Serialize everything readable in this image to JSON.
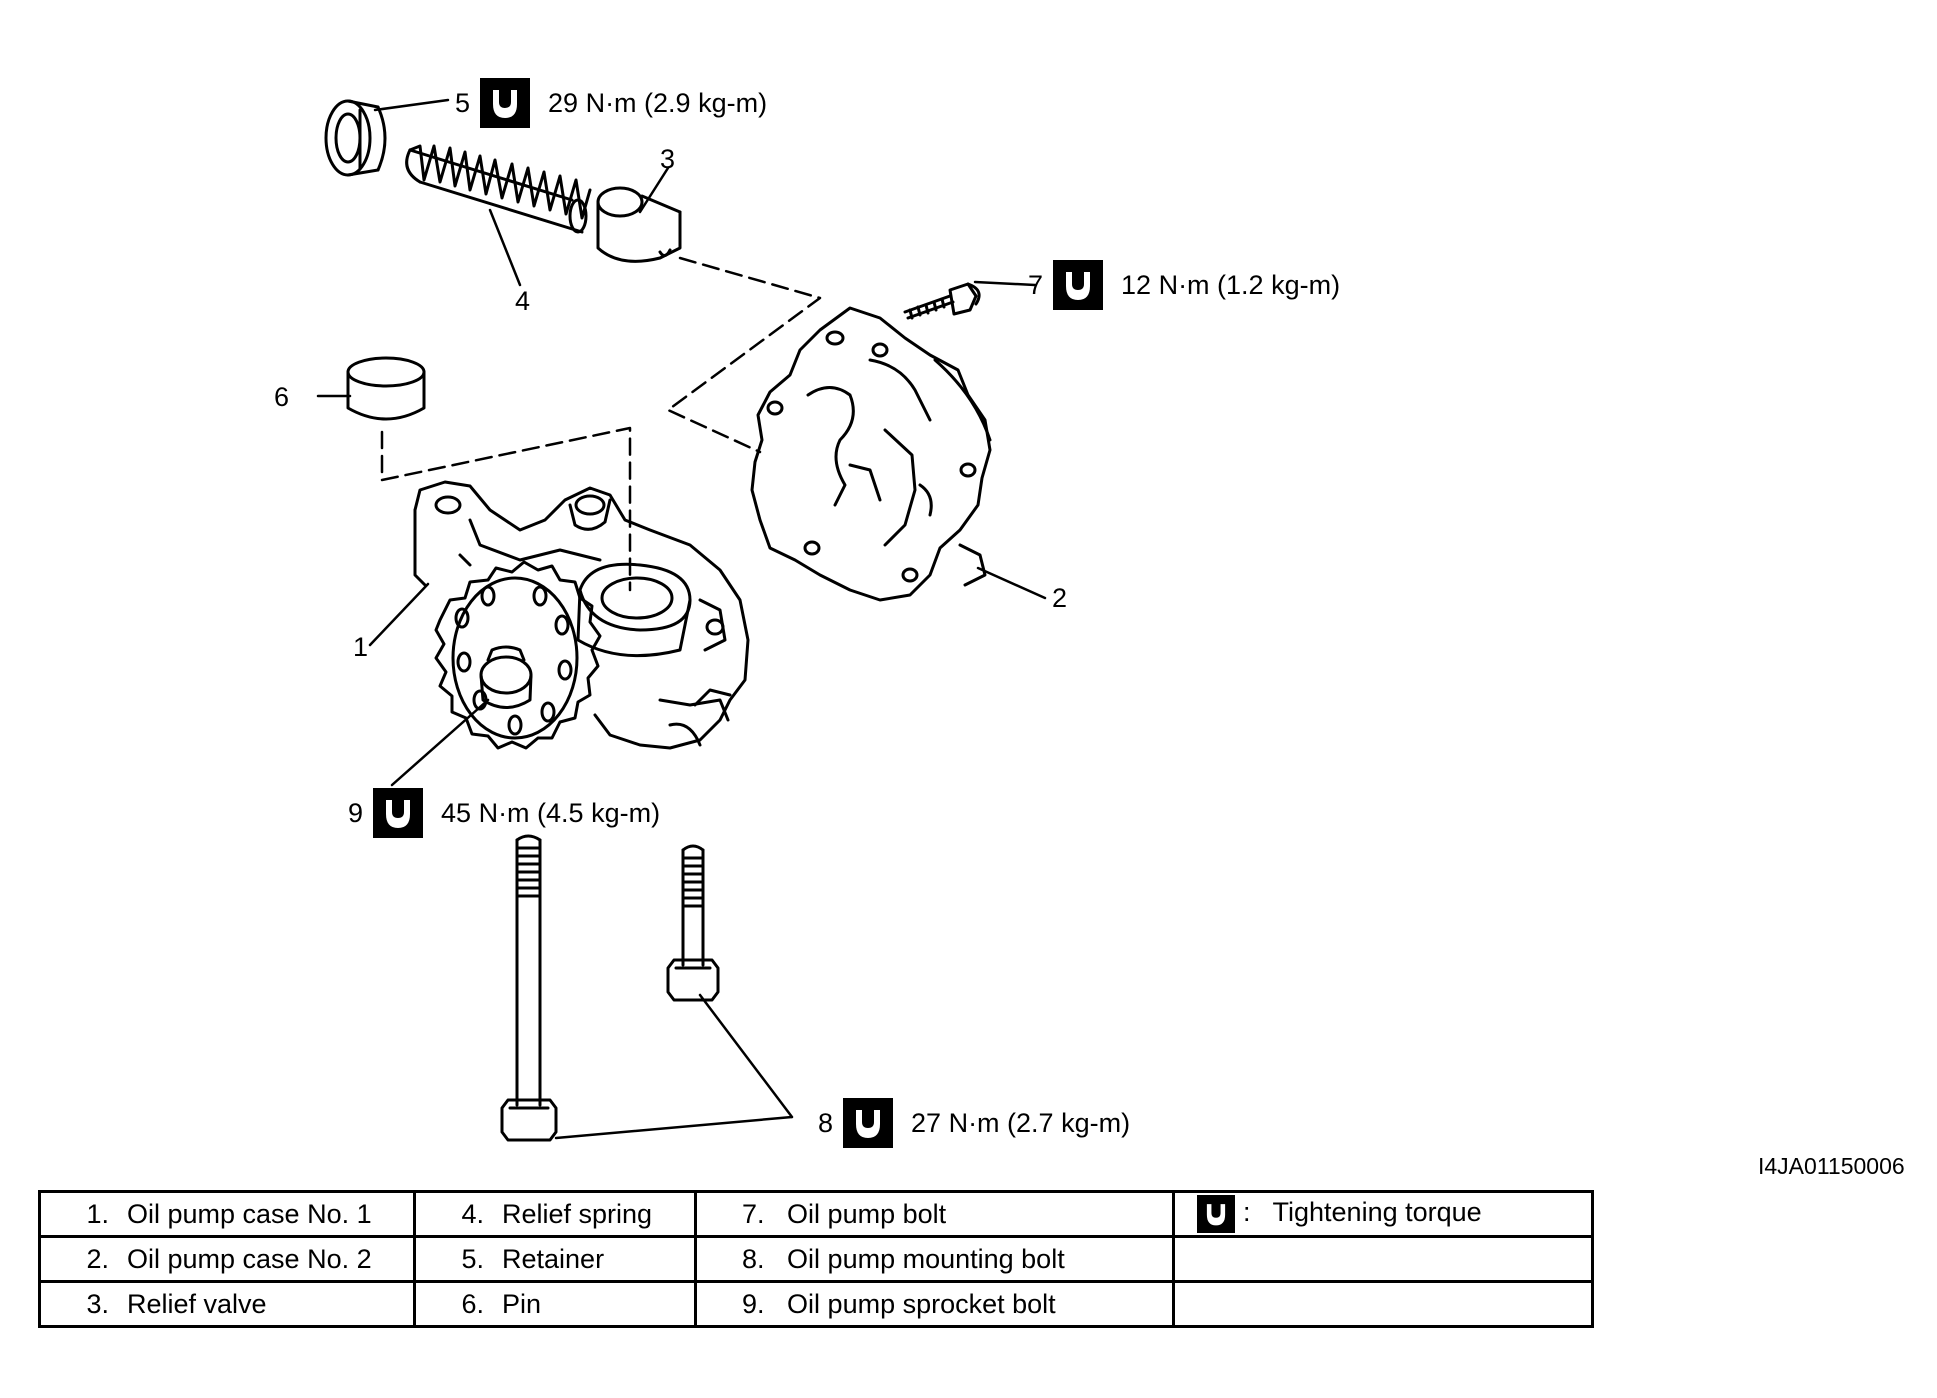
{
  "callouts": [
    {
      "id": "5",
      "num": "5",
      "torque": "29 N·m (2.9 kg-m)"
    },
    {
      "id": "3",
      "num": "3",
      "torque": ""
    },
    {
      "id": "4",
      "num": "4",
      "torque": ""
    },
    {
      "id": "7",
      "num": "7",
      "torque": "12 N·m (1.2 kg-m)"
    },
    {
      "id": "6",
      "num": "6",
      "torque": ""
    },
    {
      "id": "2",
      "num": "2",
      "torque": ""
    },
    {
      "id": "1",
      "num": "1",
      "torque": ""
    },
    {
      "id": "9",
      "num": "9",
      "torque": "45 N·m (4.5 kg-m)"
    },
    {
      "id": "8",
      "num": "8",
      "torque": "27 N·m (2.7 kg-m)"
    }
  ],
  "diagram_code": "I4JA01150006",
  "legend": {
    "rows": [
      [
        {
          "idx": "1.",
          "label": "Oil pump case No. 1"
        },
        {
          "idx": "4.",
          "label": "Relief spring"
        },
        {
          "idx": "7.",
          "label": "Oil pump bolt"
        }
      ],
      [
        {
          "idx": "2.",
          "label": "Oil pump case No. 2"
        },
        {
          "idx": "5.",
          "label": "Retainer"
        },
        {
          "idx": "8.",
          "label": "Oil pump mounting bolt"
        }
      ],
      [
        {
          "idx": "3.",
          "label": "Relief valve"
        },
        {
          "idx": "6.",
          "label": "Pin"
        },
        {
          "idx": "9.",
          "label": "Oil pump sprocket bolt"
        }
      ]
    ],
    "symbol_key": ":   Tightening torque"
  },
  "icons": {
    "torque_symbol": "wrench-icon"
  }
}
